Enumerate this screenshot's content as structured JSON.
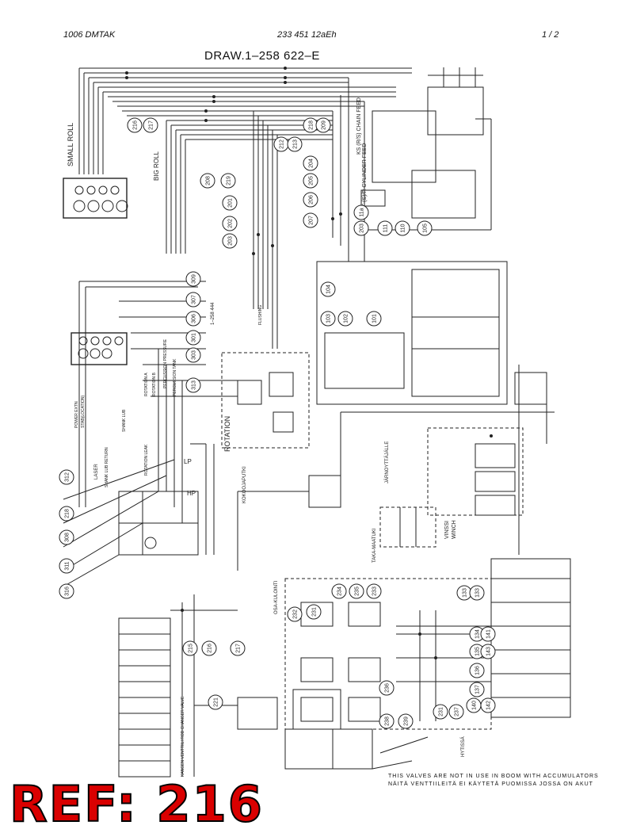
{
  "header": {
    "left": "1006   DMTAK",
    "center": "233 451 12aEh",
    "right": "1 / 2"
  },
  "drawing_title": "DRAW.1–258 622–E",
  "reference_stamp": "REF: 216",
  "notes": {
    "line1": "THIS VALVES ARE NOT IN USE IN BOOM WITH ACCUMULATORS",
    "line2": "NÄITÄ VENTTIILEITÄ EI KÄYTETÄ PUOMISSA JOSSA ON AKUT"
  },
  "labels": {
    "small_roll": "SMALL ROLL",
    "big_roll": "BIG ROLL",
    "rotation": "ROTATION",
    "winch": "WINCH",
    "vinssi": "VINSSI",
    "taka_maatuki": "TAKA-MAATUKI",
    "lf_cyl": "LF (S)/R CYLINDER FEED",
    "ks_chain": "KS (R/S) CHAIN FEED",
    "laser": "LASER",
    "rotation_leak": "ROTATION LEAK",
    "jarnoyttajalle": "JÄRNOYTTÄJÄLLE",
    "kokoojaputki": "KOKOOJAPUTKI",
    "osa_kulointi": "OSA-KULOINTI",
    "hytissa": "HYTISSÄ",
    "rod_changer": "KANGEN VENTTIILI ROD CHANGER VALVE",
    "drawing_ref": "1–258 444",
    "power_extn": "POWER EXTN",
    "stab": "STAB(LOCATION)",
    "shank_lub": "SHANK LUB",
    "shank_lub_return": "SHANK LUB RETURN",
    "flushing": "FLUSHING",
    "percussion_pressure": "PERCUSSION PRESSURE",
    "percussion_tank": "PERCUSSION TANK",
    "rotation_a": "ROTATION A",
    "rotation_b": "ROTATION B",
    "hp": "HP",
    "lp": "LP"
  },
  "bubbles": {
    "top": [
      "216",
      "217",
      "212",
      "213",
      "208",
      "219",
      "218",
      "209",
      "201",
      "202",
      "203"
    ],
    "mid": [
      "11a",
      "207",
      "206",
      "205",
      "204",
      "203",
      "111",
      "110",
      "105",
      "104",
      "103",
      "102",
      "101"
    ],
    "left": [
      "309",
      "307",
      "306",
      "301",
      "303",
      "313",
      "312",
      "218",
      "308",
      "311",
      "316"
    ],
    "bottom": [
      "215",
      "216",
      "217",
      "221",
      "232",
      "231",
      "234",
      "235",
      "233",
      "236",
      "238",
      "239",
      "231",
      "237"
    ],
    "right": [
      "133",
      "133",
      "134",
      "135",
      "136",
      "137",
      "140",
      "142",
      "141",
      "143"
    ]
  }
}
